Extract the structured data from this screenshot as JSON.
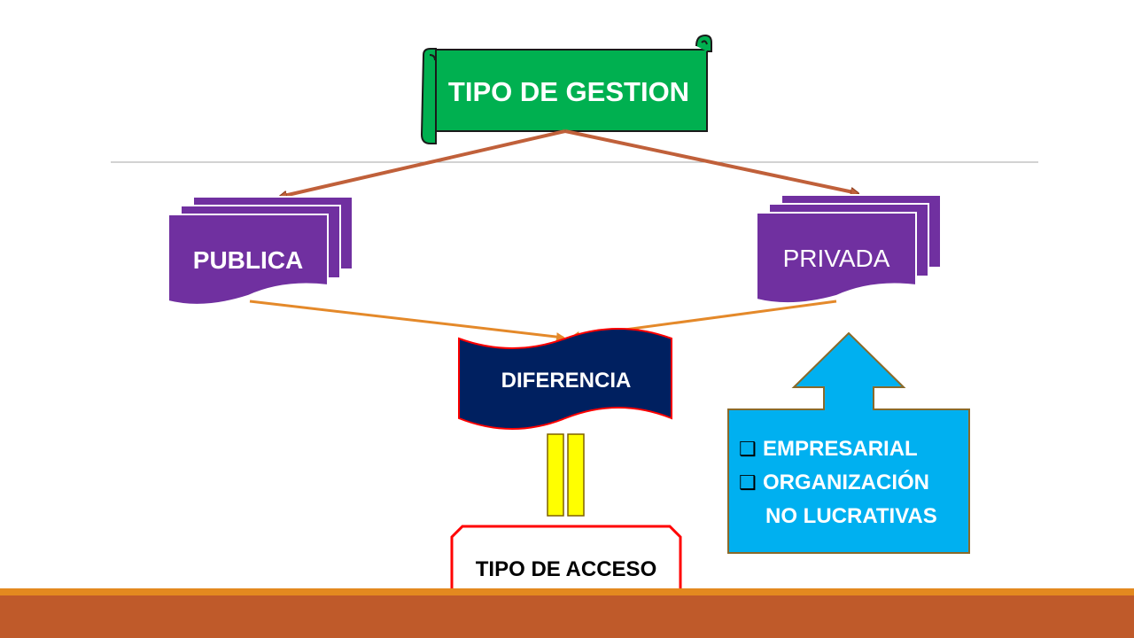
{
  "title_banner": {
    "label": "TIPO DE GESTION",
    "fill": "#00b050"
  },
  "publica": {
    "label": "PUBLICA",
    "fill": "#7030a0"
  },
  "privada": {
    "label": "PRIVADA",
    "fill": "#7030a0"
  },
  "diferencia": {
    "label": "DIFERENCIA",
    "fill": "#002060",
    "border": "#ff0000"
  },
  "tipo_acceso": {
    "label": "TIPO DE ACCESO",
    "border": "#ff0000"
  },
  "privada_types": {
    "fill": "#00b0f0",
    "items": [
      "EMPRESARIAL",
      "ORGANIZACIÓN",
      "NO LUCRATIVAS"
    ],
    "bullet": "❑"
  },
  "colors": {
    "arrow_brown": "#c0603a",
    "arrow_orange": "#e4892a",
    "equals_fill": "#ffff00",
    "footer_band": "#bf5a2a",
    "footer_accent": "#e3891f"
  }
}
